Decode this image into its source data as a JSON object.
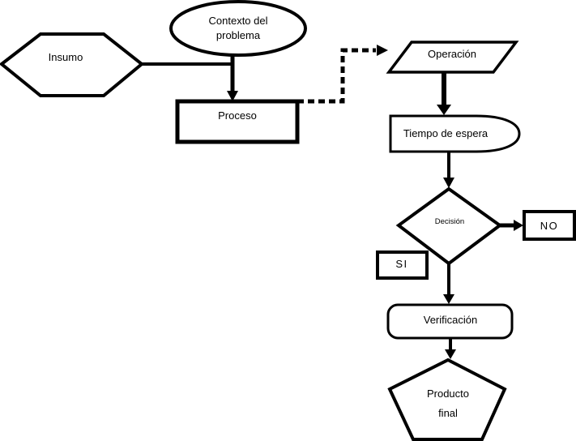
{
  "colors": {
    "background": "#ffffff",
    "stroke": "#000000",
    "text": "#000000"
  },
  "nodes": {
    "insumo": {
      "shape": "hexagon",
      "label": "Insumo"
    },
    "contexto": {
      "shape": "ellipse",
      "lines": [
        "Contexto del",
        "problema"
      ]
    },
    "proceso": {
      "shape": "rectangle",
      "label": "Proceso"
    },
    "operacion": {
      "shape": "parallelogram",
      "label": "Operación"
    },
    "tiempo_espera": {
      "shape": "delay",
      "label": "Tiempo de espera"
    },
    "decision": {
      "shape": "diamond",
      "label": "Decisión"
    },
    "no": {
      "shape": "rectangle",
      "label": "NO"
    },
    "si": {
      "shape": "rectangle",
      "label": "SI"
    },
    "verificacion": {
      "shape": "rounded-rectangle",
      "label": "Verificación"
    },
    "producto_final": {
      "shape": "pentagon",
      "lines": [
        "Producto",
        "final"
      ]
    }
  },
  "edges": [
    {
      "from": "insumo",
      "to": "contexto-proceso-connector",
      "style": "solid-line"
    },
    {
      "from": "contexto",
      "to": "proceso",
      "style": "solid-arrow"
    },
    {
      "from": "proceso",
      "to": "operacion",
      "style": "dashed-arrow"
    },
    {
      "from": "operacion",
      "to": "tiempo_espera",
      "style": "solid-arrow"
    },
    {
      "from": "tiempo_espera",
      "to": "decision",
      "style": "solid-arrow"
    },
    {
      "from": "decision",
      "to": "no",
      "style": "solid-arrow"
    },
    {
      "from": "decision",
      "to": "verificacion",
      "style": "solid-arrow",
      "branch_label": "SI"
    },
    {
      "from": "verificacion",
      "to": "producto_final",
      "style": "solid-arrow"
    }
  ]
}
